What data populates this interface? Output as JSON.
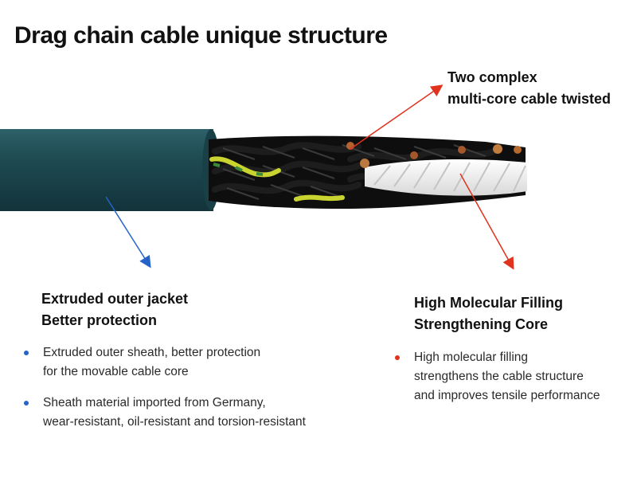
{
  "title": "Drag chain cable unique structure",
  "callouts": {
    "top": [
      "Two complex",
      "multi-core cable twisted"
    ],
    "left": [
      "Extruded outer jacket",
      "Better protection"
    ],
    "right": [
      "High Molecular Filling",
      "Strengthening Core"
    ]
  },
  "left_bullets": [
    [
      "Extruded outer sheath, better protection",
      "for the movable cable core"
    ],
    [
      "Sheath material imported from Germany,",
      "wear-resistant, oil-resistant and torsion-resistant"
    ]
  ],
  "right_bullets": [
    [
      "High molecular filling",
      "strengthens the cable structure",
      "and improves tensile performance"
    ]
  ],
  "colors": {
    "jacket": "#1f4b52",
    "arrow_red": "#e0321c",
    "arrow_blue": "#2563c9",
    "filler": "#f2f2f2",
    "conductor": "#121212",
    "earth_wire": "#c9d430"
  }
}
